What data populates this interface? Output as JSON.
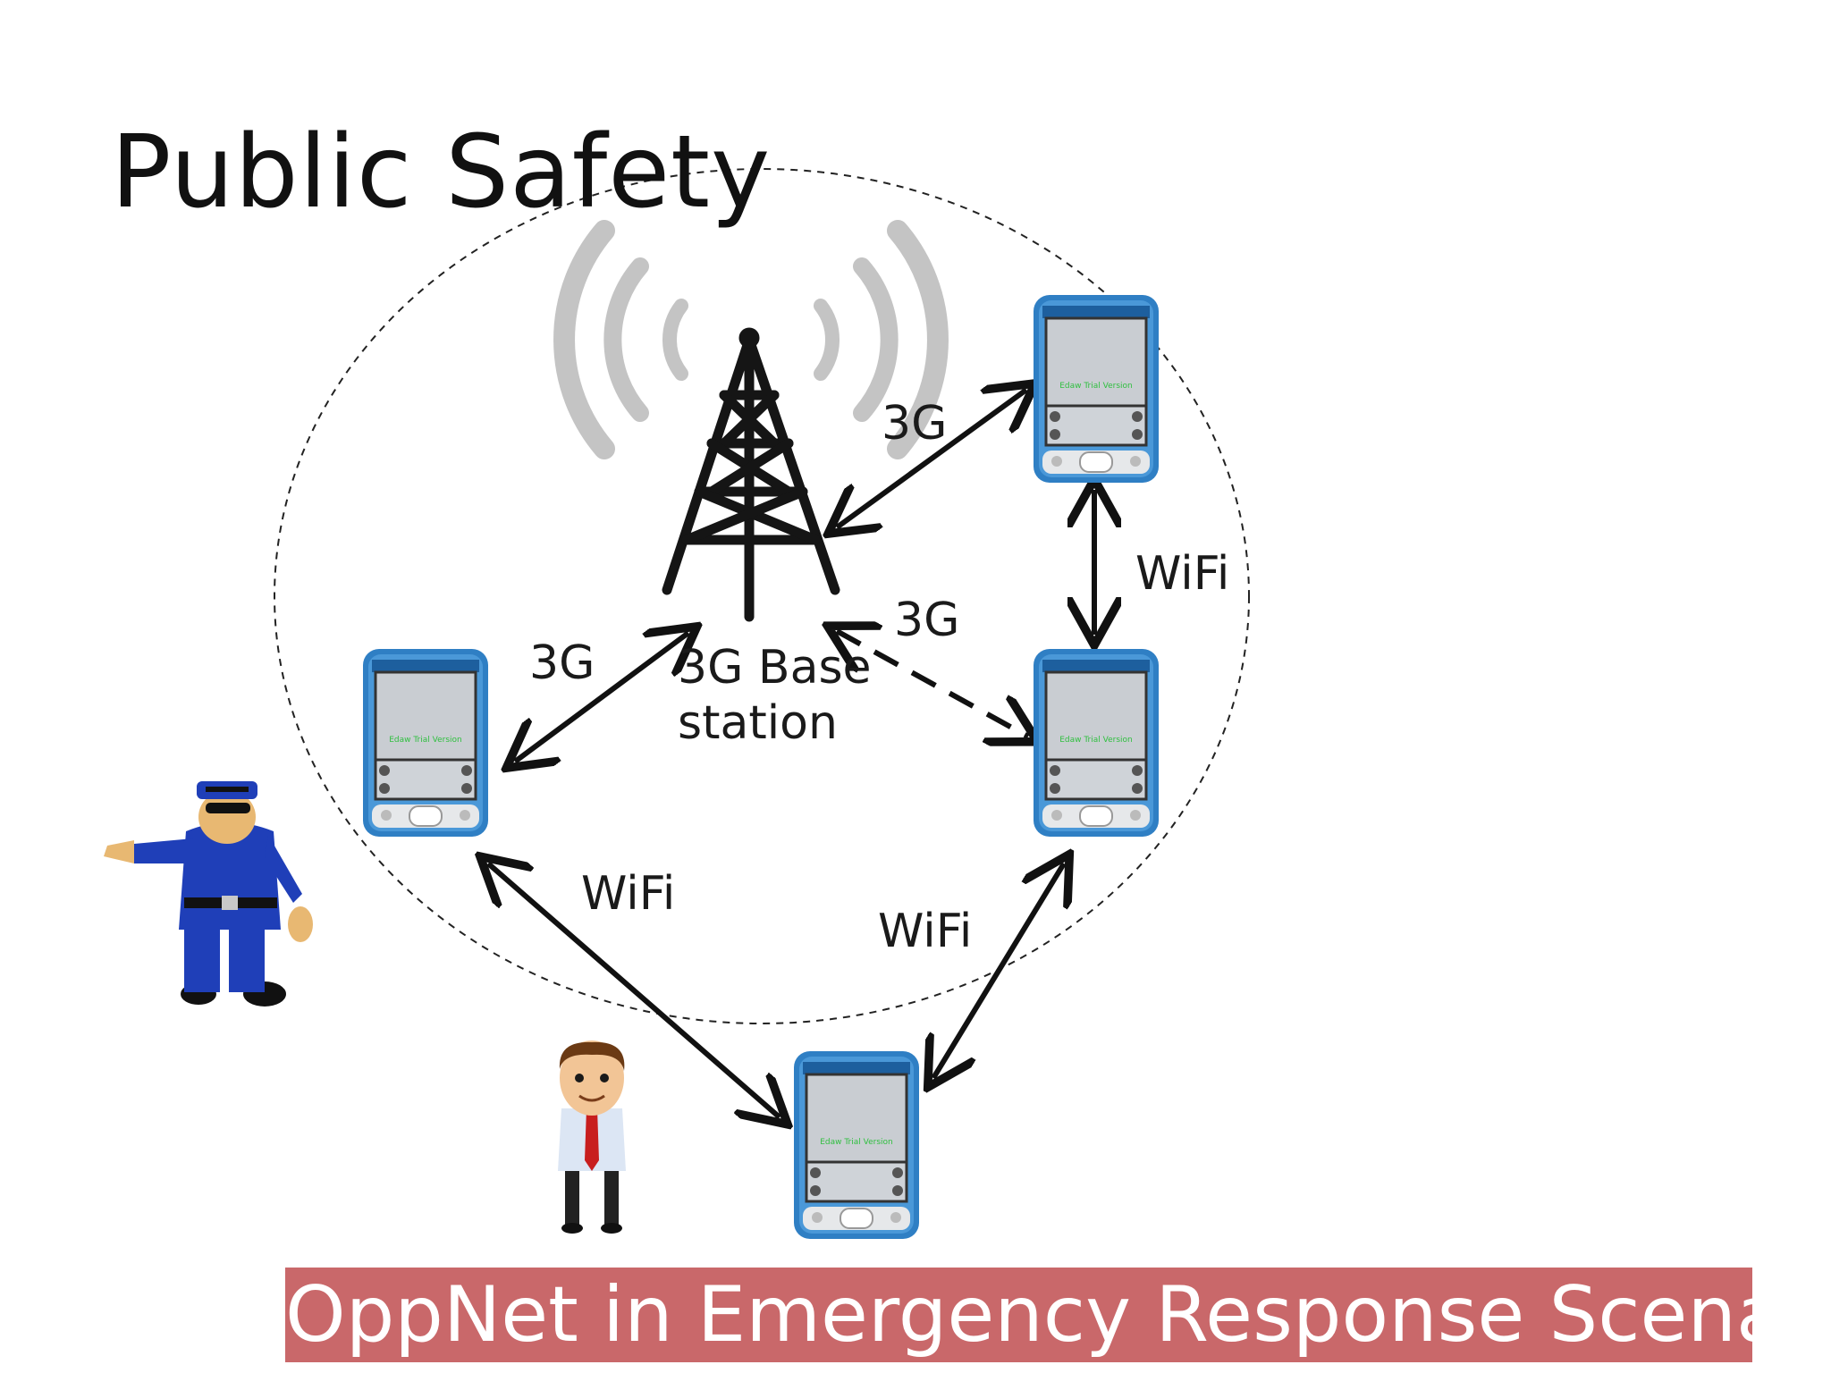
{
  "slide": {
    "title": "Public Safety",
    "banner": "OppNet in Emergency Response Scenario"
  },
  "base_station": {
    "label_line1": "3G Base",
    "label_line2": "station",
    "icon": "cell-tower-icon"
  },
  "links": {
    "top_right_3g": "3G",
    "right_wifi": "WiFi",
    "mid_right_3g": "3G",
    "left_3g": "3G",
    "bottom_left_wifi": "WiFi",
    "bottom_right_wifi": "WiFi"
  },
  "device_screen_text": "Edaw Trial Version",
  "colors": {
    "banner": "#c9686a",
    "device_body": "#2f7fc4",
    "police_uniform": "#1f3fb8",
    "skin": "#e8b872"
  }
}
